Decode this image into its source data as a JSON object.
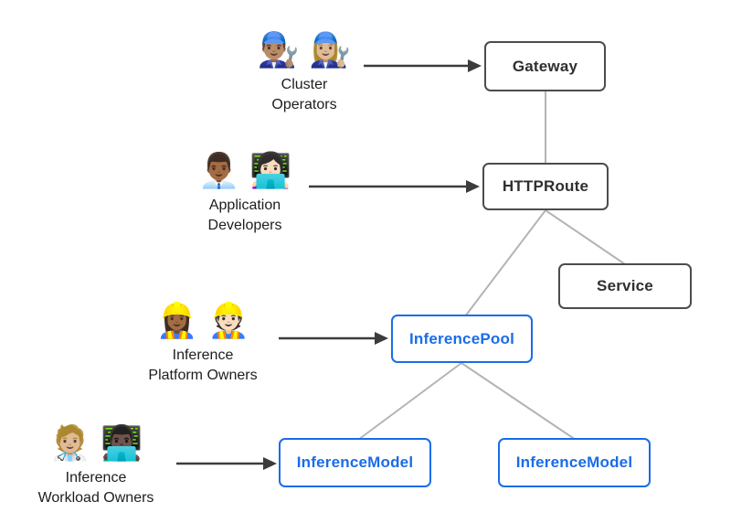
{
  "canvas": {
    "background": "#ffffff"
  },
  "personas": [
    {
      "id": "cluster-operators",
      "emoji": "👨🏽‍🔧 👩🏼‍🔧",
      "label": "Cluster\nOperators"
    },
    {
      "id": "application-developers",
      "emoji": "👨🏾‍💼 👩🏻‍💻",
      "label": "Application\nDevelopers"
    },
    {
      "id": "inference-platform-owners",
      "emoji": "👷🏾‍♀️ 👷🏻",
      "label": "Inference\nPlatform Owners"
    },
    {
      "id": "inference-workload-owners",
      "emoji": "🧑🏼‍⚕️ 👨🏿‍💻",
      "label": "Inference\nWorkload Owners"
    }
  ],
  "nodes": {
    "gateway": {
      "label": "Gateway",
      "style": "core"
    },
    "httproute": {
      "label": "HTTPRoute",
      "style": "core"
    },
    "service": {
      "label": "Service",
      "style": "core"
    },
    "inference_pool": {
      "label": "InferencePool",
      "style": "extension"
    },
    "inference_model_a": {
      "label": "InferenceModel",
      "style": "extension"
    },
    "inference_model_b": {
      "label": "InferenceModel",
      "style": "extension"
    }
  },
  "edges": [
    {
      "from": "gateway",
      "to": "httproute",
      "type": "line"
    },
    {
      "from": "httproute",
      "to": "inference_pool",
      "type": "line"
    },
    {
      "from": "httproute",
      "to": "service",
      "type": "line"
    },
    {
      "from": "inference_pool",
      "to": "inference_model_a",
      "type": "line"
    },
    {
      "from": "inference_pool",
      "to": "inference_model_b",
      "type": "line"
    },
    {
      "from": "cluster-operators",
      "to": "gateway",
      "type": "arrow"
    },
    {
      "from": "application-developers",
      "to": "httproute",
      "type": "arrow"
    },
    {
      "from": "inference-platform-owners",
      "to": "inference_pool",
      "type": "arrow"
    },
    {
      "from": "inference-workload-owners",
      "to": "inference_model_a",
      "type": "arrow"
    }
  ],
  "colors": {
    "core_box_border": "#4c4c4c",
    "core_box_text": "#2f2f2f",
    "extension_blue": "#1a6ce8",
    "connector_line": "#b4b4b4",
    "arrow": "#3c3c3c",
    "background": "#ffffff"
  }
}
